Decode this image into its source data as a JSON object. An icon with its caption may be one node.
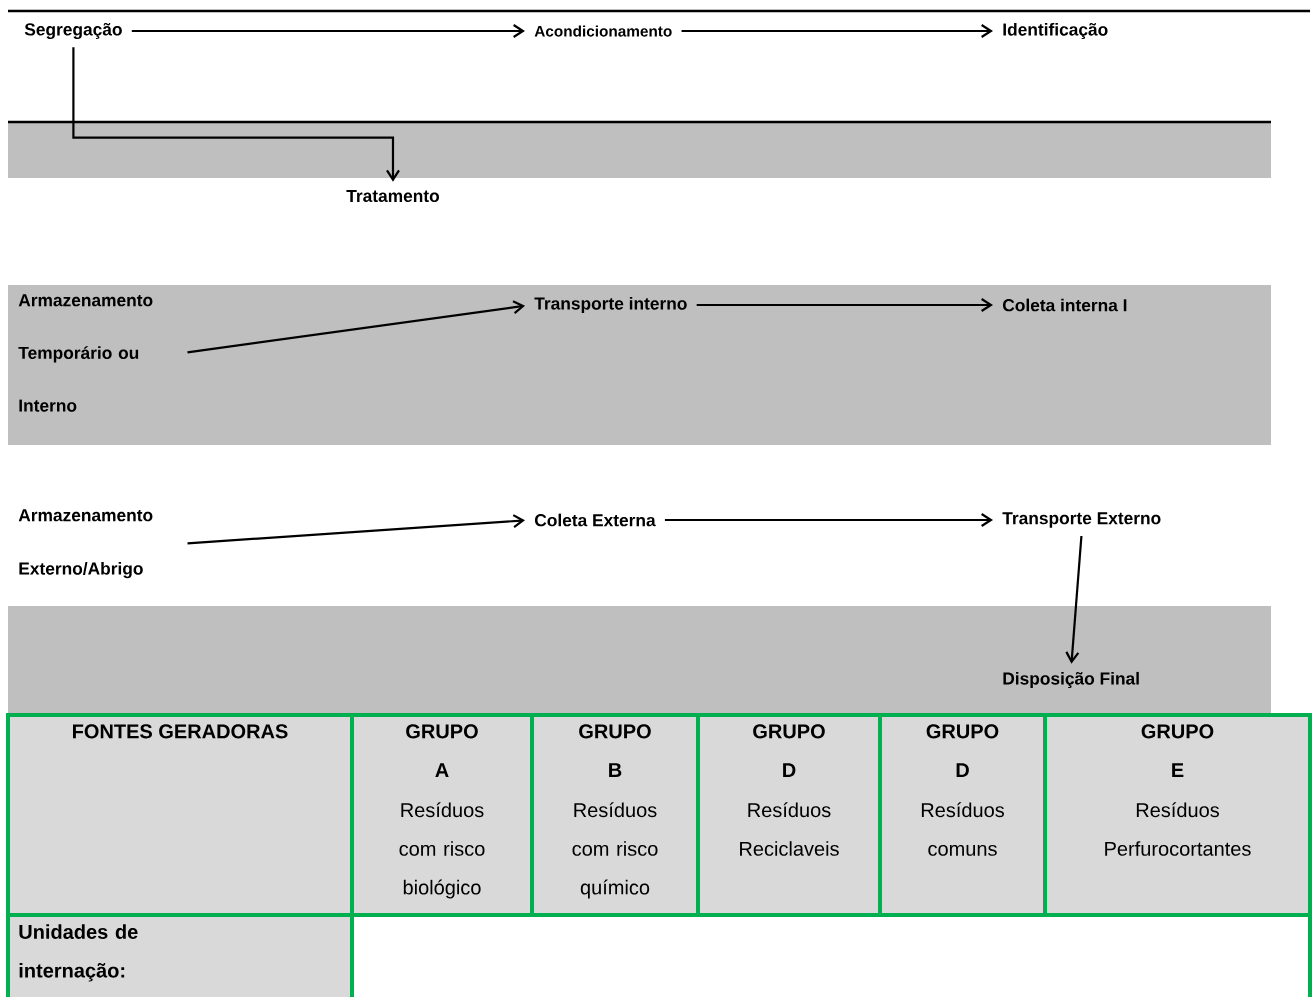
{
  "diagram": {
    "nodes": [
      {
        "text": [
          "Segregação"
        ]
      },
      {
        "text": [
          "Acondicionamento"
        ]
      },
      {
        "text": [
          "Identificação"
        ]
      },
      {
        "text": [
          "Tratamento"
        ]
      },
      {
        "text": [
          "Armazenamento Temporário ou Interno"
        ]
      },
      {
        "text": [
          "Transporte interno"
        ]
      },
      {
        "text": [
          "Coleta interna I"
        ]
      },
      {
        "text": [
          "Armazenamento Externo/Abrigo"
        ]
      },
      {
        "text": [
          "Coleta Externa"
        ]
      },
      {
        "text": [
          "Transporte Externo"
        ]
      },
      {
        "text": [
          "Disposição Final"
        ]
      }
    ],
    "edges": [
      {
        "from": 0,
        "to": 1,
        "arrow": "to"
      },
      {
        "from": 1,
        "to": 2,
        "arrow": "to"
      },
      {
        "from": 0,
        "to": 3,
        "arrow": "to"
      },
      {
        "from": 4,
        "to": 5,
        "arrow": "to"
      },
      {
        "from": 5,
        "to": 6,
        "arrow": "to"
      },
      {
        "from": 7,
        "to": 8,
        "arrow": "to"
      },
      {
        "from": 8,
        "to": 9,
        "arrow": "to"
      },
      {
        "from": 9,
        "to": 10,
        "arrow": "to"
      }
    ],
    "labels": [
      "FONTES GERADORAS",
      "GRUPO A",
      "Resíduos com risco biológico",
      "GRUPO B",
      "Resíduos com risco químico",
      "GRUPO D",
      "Resíduos Reciclaveis",
      "GRUPO D",
      "Resíduos comuns",
      "GRUPO E",
      "Resíduos Perfurocortantes",
      "Unidades de internação:"
    ]
  }
}
